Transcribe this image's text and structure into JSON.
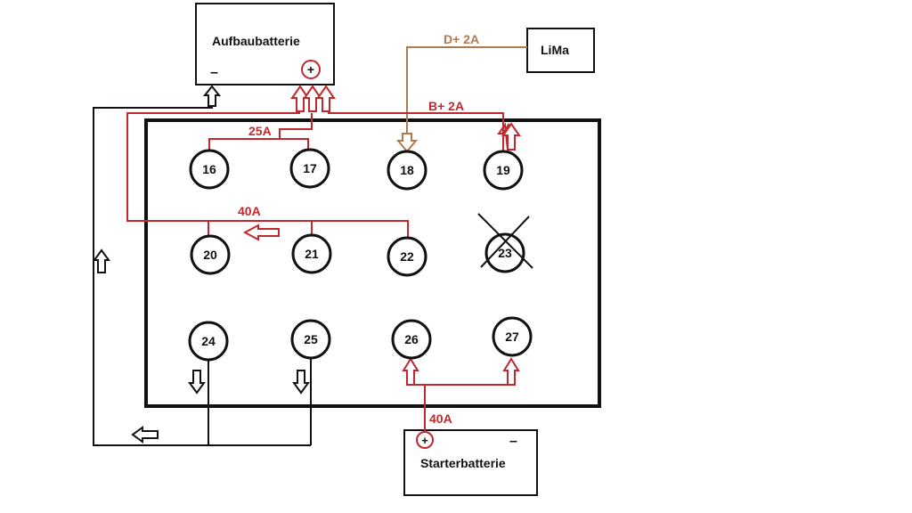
{
  "colors": {
    "wire_red": "#c0282e",
    "wire_tan": "#b07a4f",
    "wire_black": "#111111",
    "background": "#ffffff"
  },
  "aufbau": {
    "label": "Aufbaubatterie",
    "minus": "–",
    "plus": "+"
  },
  "lima": {
    "label": "LiMa"
  },
  "starter": {
    "label": "Starterbatterie",
    "minus": "–",
    "plus": "+"
  },
  "wire_labels": {
    "d_plus": "D+  2A",
    "b_plus": "B+   2A",
    "current_25": "25A",
    "current_40_top": "40A",
    "current_40_bottom": "40A"
  },
  "terminals": [
    {
      "id": "16",
      "label": "16",
      "crossed": false
    },
    {
      "id": "17",
      "label": "17",
      "crossed": false
    },
    {
      "id": "18",
      "label": "18",
      "crossed": false
    },
    {
      "id": "19",
      "label": "19",
      "crossed": false
    },
    {
      "id": "20",
      "label": "20",
      "crossed": false
    },
    {
      "id": "21",
      "label": "21",
      "crossed": false
    },
    {
      "id": "22",
      "label": "22",
      "crossed": false
    },
    {
      "id": "23",
      "label": "23",
      "crossed": true
    },
    {
      "id": "24",
      "label": "24",
      "crossed": false
    },
    {
      "id": "25",
      "label": "25",
      "crossed": false
    },
    {
      "id": "26",
      "label": "26",
      "crossed": false
    },
    {
      "id": "27",
      "label": "27",
      "crossed": false
    }
  ]
}
